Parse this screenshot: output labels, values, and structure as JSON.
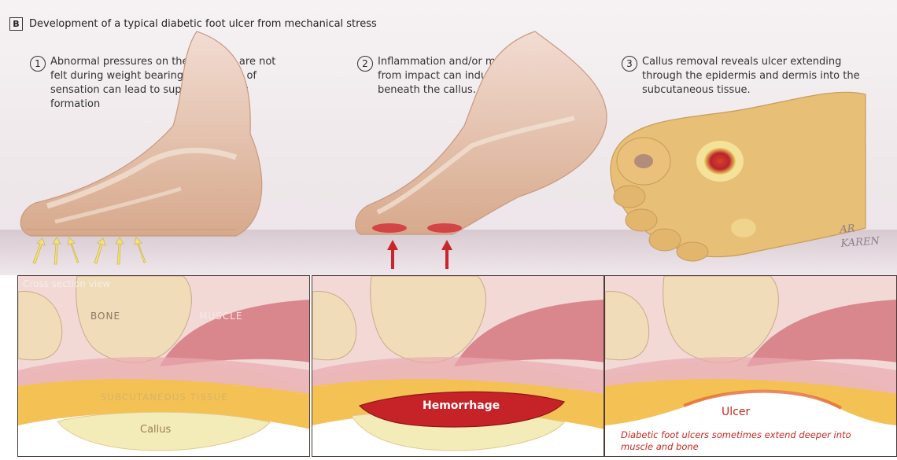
{
  "header": {
    "panel_letter": "B",
    "title": "Development of a typical diabetic foot ulcer from mechanical stress"
  },
  "steps": [
    {
      "number": "1",
      "text": "Abnormal pressures on the foot that are not felt during weight bearing due to lack of sensation can lead to superficial callus formation"
    },
    {
      "number": "2",
      "text": "Inflammation and/or minor trauma from impact can induce hemorrhage beneath the callus."
    },
    {
      "number": "3",
      "text": "Callus removal reveals ulcer extending through the epidermis and dermis into the subcutaneous tissue."
    }
  ],
  "signature": {
    "line1": "AR",
    "line2": "KAREN"
  },
  "panels": [
    {
      "title": "Cross section view",
      "bone": "BONE",
      "muscle": "MUSCLE",
      "tissue": "SUBCUTANEOUS TISSUE",
      "finding": "Callus"
    },
    {
      "finding": "Hemorrhage"
    },
    {
      "finding": "Ulcer",
      "note": "Diabetic foot ulcers sometimes extend deeper into muscle and bone"
    }
  ],
  "colors": {
    "skin": "#e3b999",
    "bone": "#f0dcb9",
    "muscle": "#d9868c",
    "fat": "#f3c154",
    "callus": "#f4ecb8",
    "hemorrhage": "#c62329",
    "ulcer_text": "#c5281e",
    "pressure_arrow": "#f2e27a",
    "trauma_arrow": "#c8262a"
  },
  "icons": [
    "yellow-pressure-arrow-icon",
    "red-impact-arrow-icon"
  ]
}
